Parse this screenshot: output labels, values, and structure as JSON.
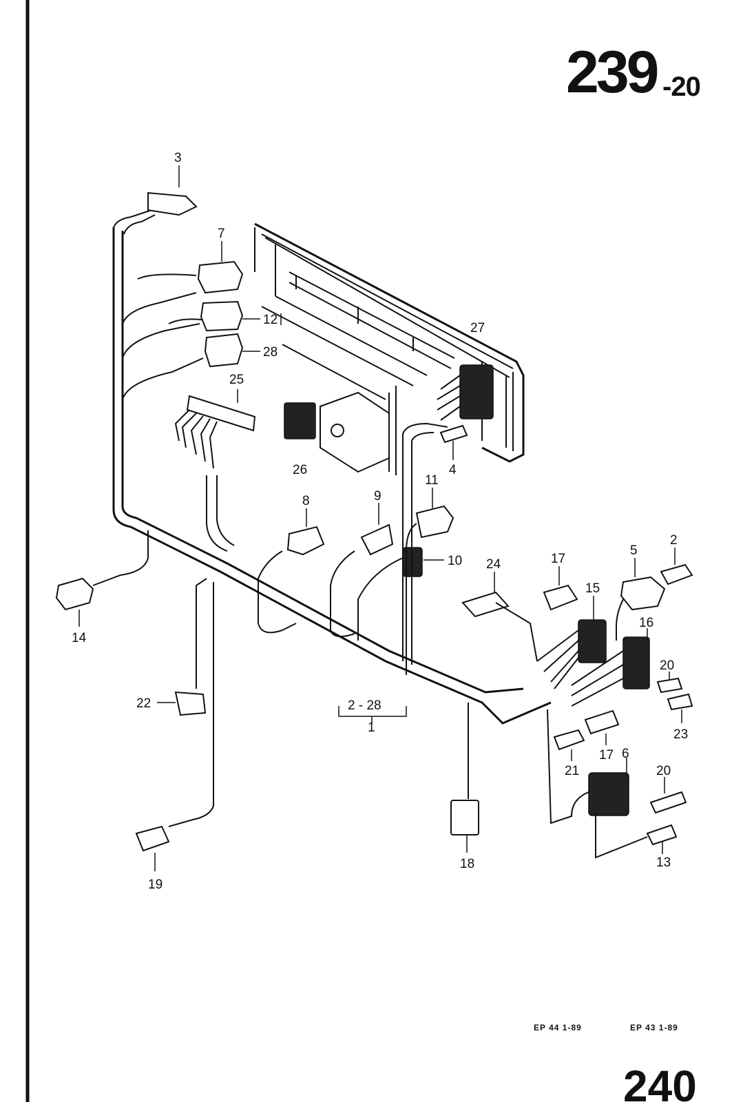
{
  "header": {
    "group_number": "239",
    "sub_number": "-20"
  },
  "footer": {
    "codes": [
      "EP 44   1-89",
      "EP 43   1-89"
    ],
    "corner_fragment": "240"
  },
  "callouts": [
    "1",
    "2",
    "2 - 28",
    "3",
    "4",
    "5",
    "6",
    "7",
    "8",
    "9",
    "10",
    "11",
    "12",
    "13",
    "14",
    "15",
    "16",
    "17",
    "18",
    "19",
    "20",
    "21",
    "22",
    "23",
    "24",
    "25",
    "26",
    "27",
    "28"
  ],
  "labels": {
    "c3": "3",
    "c7": "7",
    "c12": "12",
    "c28": "28",
    "c25": "25",
    "c26": "26",
    "c27": "27",
    "c4": "4",
    "c8": "8",
    "c9": "9",
    "c11": "11",
    "c10": "10",
    "c14": "14",
    "c24": "24",
    "c17a": "17",
    "c5": "5",
    "c2": "2",
    "c15": "15",
    "c16": "16",
    "c20a": "20",
    "c23": "23",
    "c22": "22",
    "c1range": "2 - 28",
    "c1": "1",
    "c17b": "17",
    "c6": "6",
    "c21": "21",
    "c20b": "20",
    "c18": "18",
    "c13": "13",
    "c19": "19"
  }
}
